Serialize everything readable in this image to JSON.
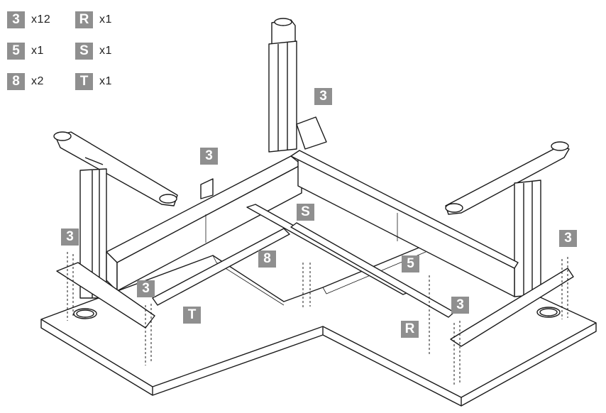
{
  "legend": [
    {
      "id": "3",
      "qty": "x12"
    },
    {
      "id": "5",
      "qty": "x1"
    },
    {
      "id": "8",
      "qty": "x2"
    },
    {
      "id": "R",
      "qty": "x1"
    },
    {
      "id": "S",
      "qty": "x1"
    },
    {
      "id": "T",
      "qty": "x1"
    }
  ],
  "callouts": [
    "3",
    "3",
    "3",
    "3",
    "3",
    "3",
    "5",
    "8",
    "R",
    "S",
    "T"
  ],
  "colors": {
    "badge": "#8f8f8f",
    "line": "#1a1a1a",
    "badge_text": "#ffffff"
  }
}
